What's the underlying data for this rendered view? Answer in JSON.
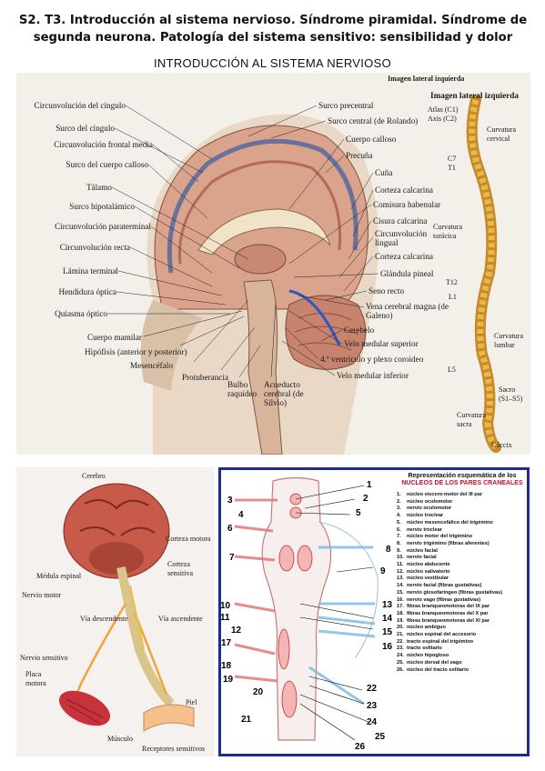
{
  "title_line1": "S2. T3. Introducción al sistema nervioso. Síndrome piramidal. Síndrome de",
  "title_line2": "segunda neurona. Patología del sistema sensitivo: sensibilidad y dolor",
  "subtitle": "INTRODUCCIÓN AL SISTEMA NERVIOSO",
  "brain_figure": {
    "small_header": "Imagen lateral izquierda",
    "labels_left": [
      "Circunvolución del cíngulo",
      "Surco del cíngulo",
      "Circunvolución frontal media",
      "Surco del cuerpo calloso",
      "Tálamo",
      "Surco hipotalámico",
      "Circunvolución paraterminal",
      "Circunvolución recta",
      "Lámina terminal",
      "Hendidura óptica",
      "Quiasma óptico",
      "Cuerpo mamilar",
      "Hipófisis (anterior y posterior)",
      "Mesencéfalo",
      "Protuberancia",
      "Bulbo raquídeo",
      "Acueducto cerebral (de Silvio)"
    ],
    "labels_right": [
      "Surco precentral",
      "Surco central (de Rolando)",
      "Cuerpo calloso",
      "Precuña",
      "Cuña",
      "Corteza calcarina",
      "Comisura habenular",
      "Cisura calcarina",
      "Circunvolución lingual",
      "Corteza calcarina",
      "Glándula pineal",
      "Seno recto",
      "Vena cerebral magna (de Galeno)",
      "Cerebelo",
      "Velo medular superior",
      "4.º ventrículo y plexo coroideo",
      "Velo medular inferior"
    ],
    "spine_title": "Imagen lateral izquierda",
    "spine_labels": [
      "Atlas (C1)",
      "Axis (C2)",
      "Curvatura cervical",
      "C7",
      "T1",
      "Curvatura torácica",
      "T12",
      "L1",
      "Curvatura lumbar",
      "L5",
      "Sacro (S1–S5)",
      "Curvatura sacra",
      "Cóccix"
    ]
  },
  "nerve_figure": {
    "labels": [
      "Cerebro",
      "Corteza motora",
      "Corteza sensitiva",
      "Médula espinal",
      "Nervio motor",
      "Vía descendente",
      "Vía ascendente",
      "Nervio sensitivo",
      "Placa motora",
      "Piel",
      "Músculo",
      "Receptores sensitivos"
    ]
  },
  "nuclei_figure": {
    "legend_title": "Representación esquemática de los",
    "legend_title2": "NUCLEOS DE LOS PARES CRANEALES",
    "items": [
      "núcleo viscero-motor del III par",
      "núcleo oculomotor",
      "nervio oculomotor",
      "núcleo troclear",
      "núcleo mesencefálico del trigémino",
      "nervio troclear",
      "núcleo motor del trigémino",
      "nervio trigémino (fibras aferentes)",
      "núcleo facial",
      "nervio facial",
      "núcleo abducente",
      "núcleo salivatorio",
      "núcleo vestibular",
      "nervio facial (fibras gustativas)",
      "nervio glosofaríngeo (fibras gustativas)",
      "nervio vago (fibras gustativas)",
      "fibras branqueomotoras del IX par",
      "fibras branqueomotoras del X par",
      "fibras branqueomotoras del XI par",
      "núcleo ambiguo",
      "núcleo espinal del accesorio",
      "tracto espinal del trigémino",
      "tracto solitario",
      "núcleo hipogloso",
      "núcleo dorsal del vago",
      "núcleo del tracto solitario"
    ],
    "numbers": [
      "1",
      "2",
      "3",
      "4",
      "5",
      "6",
      "7",
      "8",
      "9",
      "10",
      "11",
      "12",
      "13",
      "14",
      "15",
      "16",
      "17",
      "18",
      "19",
      "20",
      "21",
      "22",
      "23",
      "24",
      "25",
      "26"
    ]
  }
}
